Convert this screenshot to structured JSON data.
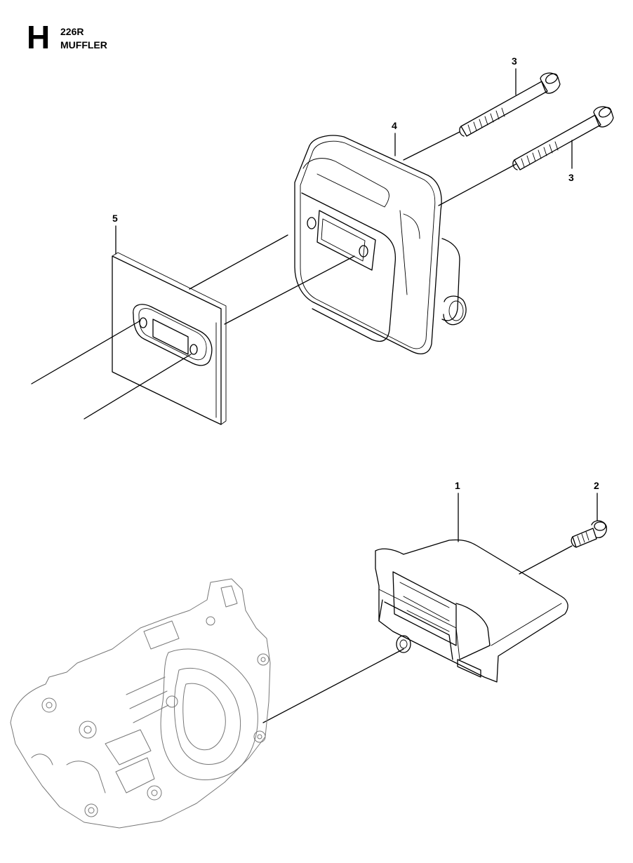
{
  "header": {
    "section_letter": "H",
    "model": "226R",
    "title": "MUFFLER"
  },
  "callouts": [
    {
      "id": "bolt-upper",
      "label": "3"
    },
    {
      "id": "bolt-lower",
      "label": "3"
    },
    {
      "id": "muffler",
      "label": "4"
    },
    {
      "id": "gasket",
      "label": "5"
    },
    {
      "id": "heat-shield",
      "label": "1"
    },
    {
      "id": "screw",
      "label": "2"
    }
  ]
}
